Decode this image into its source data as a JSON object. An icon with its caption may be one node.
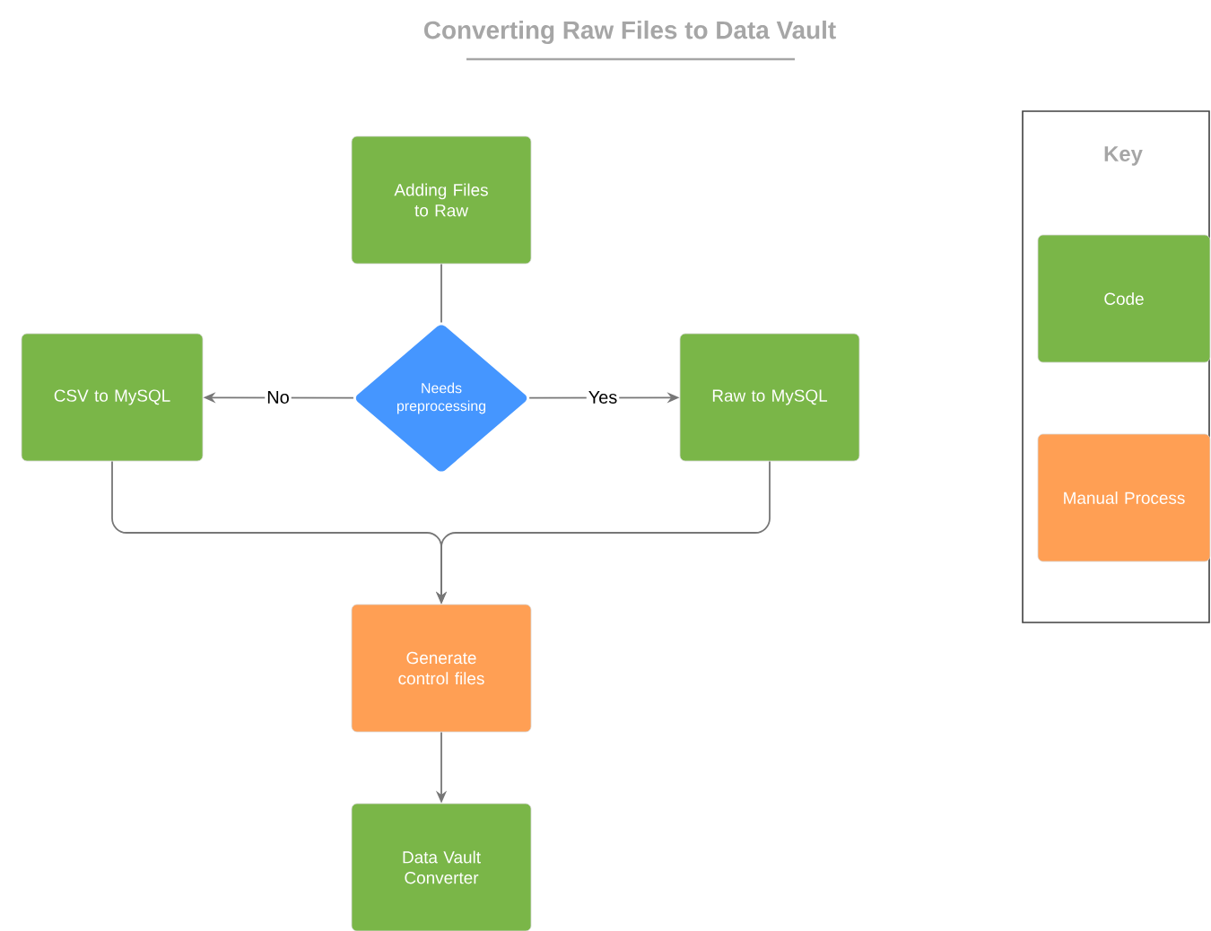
{
  "diagram": {
    "title": "Converting Raw Files to Data Vault",
    "nodes": [
      {
        "text": [
          "Adding Files to Raw"
        ]
      },
      {
        "text": [
          "Needs preprocessing"
        ]
      },
      {
        "text": [
          "CSV to MySQL"
        ]
      },
      {
        "text": [
          "Raw to MySQL"
        ]
      },
      {
        "text": [
          "Generate control files"
        ]
      },
      {
        "text": [
          "Data Vault Converter"
        ]
      },
      {
        "text": [
          "Key"
        ]
      },
      {
        "text": [
          "Code"
        ],
        "in": 6
      },
      {
        "text": [
          "Manual Process"
        ],
        "in": 6
      }
    ],
    "edges": [
      {
        "from": 0,
        "to": 1,
        "arrow": "none"
      },
      {
        "from": 1,
        "to": 2,
        "arrow": "to",
        "label": "No"
      },
      {
        "from": 1,
        "to": 3,
        "arrow": "to",
        "label": "Yes"
      },
      {
        "from": 2,
        "to": 4,
        "arrow": "to"
      },
      {
        "from": 3,
        "to": 4,
        "arrow": "to"
      },
      {
        "from": 4,
        "to": 5,
        "arrow": "to"
      }
    ]
  }
}
